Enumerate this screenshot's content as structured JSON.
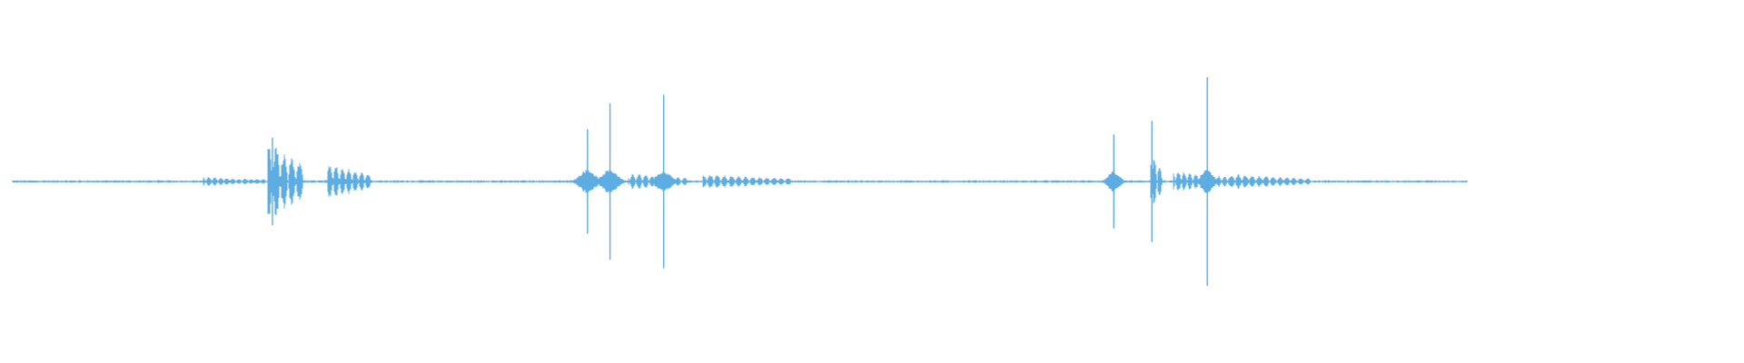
{
  "waveform": {
    "color": "#5dade2",
    "background": "#ffffff",
    "time_range": [
      0,
      1
    ],
    "duration_fraction": 0.84,
    "bursts": [
      {
        "t": 0.115,
        "amp": 0.045,
        "width": 0.035,
        "rings": 10,
        "spike": 0.0
      },
      {
        "t": 0.15,
        "amp": 0.4,
        "width": 0.018,
        "rings": 4,
        "spike": 0.42
      },
      {
        "t": 0.185,
        "amp": 0.18,
        "width": 0.022,
        "rings": 6,
        "spike": 0.0
      },
      {
        "t": 0.332,
        "amp": 0.12,
        "width": 0.004,
        "rings": 1,
        "spike": 0.5
      },
      {
        "t": 0.345,
        "amp": 0.12,
        "width": 0.004,
        "rings": 1,
        "spike": 0.75
      },
      {
        "t": 0.36,
        "amp": 0.08,
        "width": 0.03,
        "rings": 8,
        "spike": 0.0
      },
      {
        "t": 0.376,
        "amp": 0.1,
        "width": 0.004,
        "rings": 1,
        "spike": 0.83
      },
      {
        "t": 0.405,
        "amp": 0.07,
        "width": 0.045,
        "rings": 11,
        "spike": 0.0
      },
      {
        "t": 0.636,
        "amp": 0.1,
        "width": 0.003,
        "rings": 1,
        "spike": 0.45
      },
      {
        "t": 0.658,
        "amp": 0.3,
        "width": 0.006,
        "rings": 2,
        "spike": 0.58
      },
      {
        "t": 0.675,
        "amp": 0.1,
        "width": 0.03,
        "rings": 9,
        "spike": 0.0
      },
      {
        "t": 0.69,
        "amp": 0.12,
        "width": 0.003,
        "rings": 1,
        "spike": 1.0
      },
      {
        "t": 0.71,
        "amp": 0.07,
        "width": 0.04,
        "rings": 10,
        "spike": 0.0
      }
    ],
    "noise_level": 0.012
  }
}
